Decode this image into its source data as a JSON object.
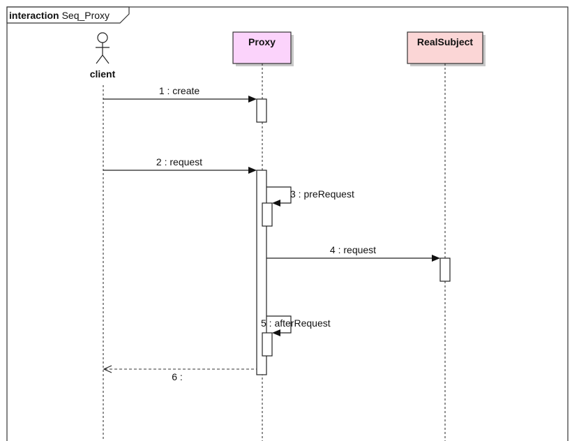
{
  "frame": {
    "keyword": "interaction",
    "name": "Seq_Proxy"
  },
  "actor": {
    "label": "client"
  },
  "lifelines": [
    {
      "label": "Proxy",
      "fill": "#fbd3fb"
    },
    {
      "label": "RealSubject",
      "fill": "#fbd6d6"
    }
  ],
  "messages": [
    {
      "label": "1 : create"
    },
    {
      "label": "2 : request"
    },
    {
      "label": "3 : preRequest"
    },
    {
      "label": "4 : request"
    },
    {
      "label": "5 : afterRequest"
    },
    {
      "label": "6 :"
    }
  ]
}
